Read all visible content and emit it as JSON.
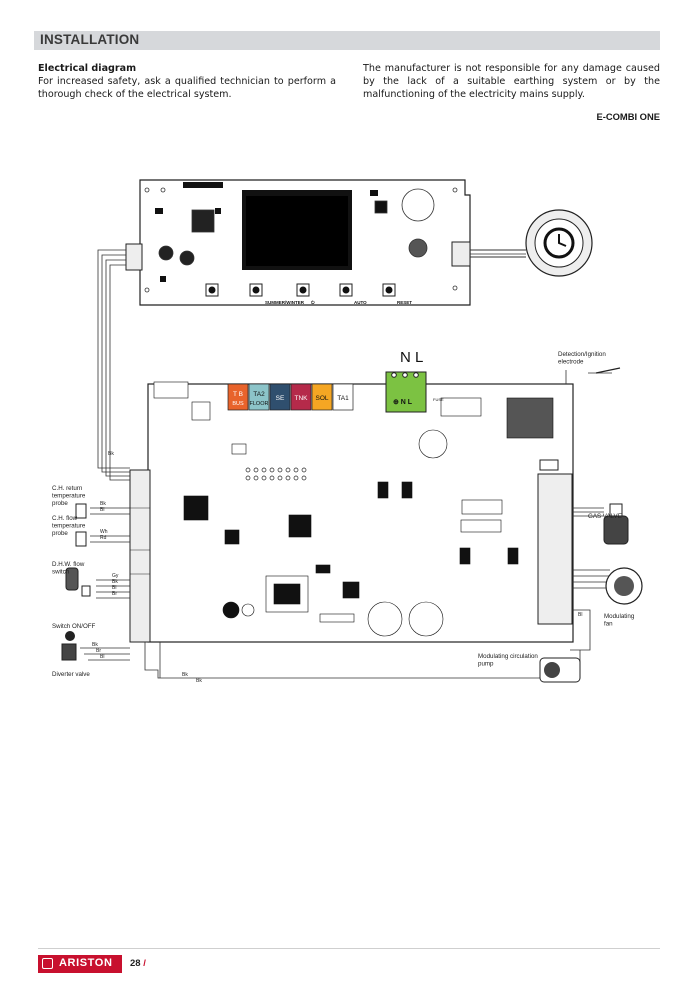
{
  "header": {
    "title": "INSTALLATION"
  },
  "left": {
    "subtitle": "Electrical diagram",
    "body": "For increased safety, ask a qualified technician to perform a thorough check of the electrical system."
  },
  "right": {
    "body": "The manufacturer is not responsible for any damage caused by the lack of a suitable earthing system or by the malfunctioning of the electricity mains supply."
  },
  "model": "E-COMBI ONE",
  "terminals": [
    {
      "top": "T B",
      "bottom": "BUS",
      "color": "#e8632b"
    },
    {
      "top": "TA2",
      "bottom": "FLOOR",
      "color": "#8cc4c9"
    },
    {
      "top": "SE",
      "bottom": "",
      "color": "#2f4f6e"
    },
    {
      "top": "TNK",
      "bottom": "",
      "color": "#b52a4a"
    },
    {
      "top": "SOL",
      "bottom": "",
      "color": "#f5a623"
    },
    {
      "top": "TA1",
      "bottom": "",
      "color": "#ffffff"
    }
  ],
  "power": {
    "label": "N L",
    "terminal_text": "⊕ N L",
    "color": "#7cc242"
  },
  "board_texts": {
    "fuse": "FUSE"
  },
  "buttons": [
    "",
    "SUMMER/WINTER",
    "⏻",
    "AUTO",
    "RESET"
  ],
  "labels": {
    "detection": "Detection/Ignition electrode",
    "gas_valve": "GAS VALVE",
    "fan": "Modulating fan",
    "ch_return": "C.H. return temperature probe",
    "ch_flow": "C.H. flow temperature probe",
    "dhw": "D.H.W. flow switch",
    "switch": "Switch ON/OFF",
    "diverter": "Diverter valve",
    "pump": "Modulating circulation pump"
  },
  "wire_codes": [
    "Bk",
    "Gy",
    "Bk",
    "Bl",
    "Br",
    "Wh",
    "Rd",
    "Bk",
    "Bl",
    "Bk",
    "Br",
    "Bl",
    "Bk",
    "Bk",
    "Bl"
  ],
  "brand": {
    "name": "ARISTON",
    "color": "#c8102e"
  },
  "page": {
    "number": "28",
    "sep": "/"
  }
}
